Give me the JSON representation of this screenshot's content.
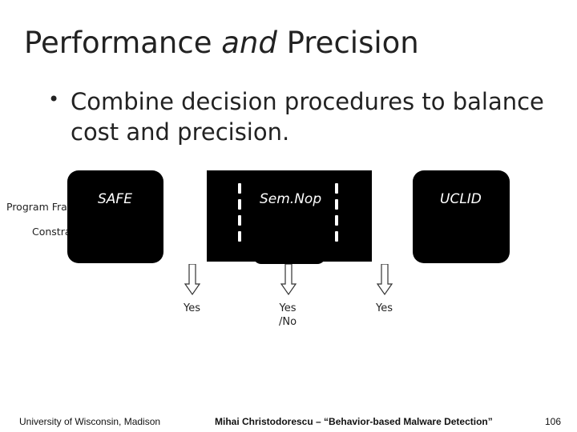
{
  "slide": {
    "title_part1": "Performance ",
    "title_em": "and",
    "title_part2": " Precision",
    "bullet": "Combine decision procedures to balance cost and precision."
  },
  "diagram": {
    "left_label_1": "Program Fra",
    "left_label_2": "Constra",
    "boxes": {
      "safe": "SAFE",
      "semnop": "Sem.Nop",
      "uclid": "UCLID"
    },
    "outputs": {
      "output_1": "Yes",
      "output_2_line1": "Yes",
      "output_2_line2": "/No",
      "output_3": "Yes"
    }
  },
  "footer": {
    "left": "University of Wisconsin, Madison",
    "center": "Mihai Christodorescu – “Behavior-based Malware Detection”",
    "page_number": "106"
  }
}
